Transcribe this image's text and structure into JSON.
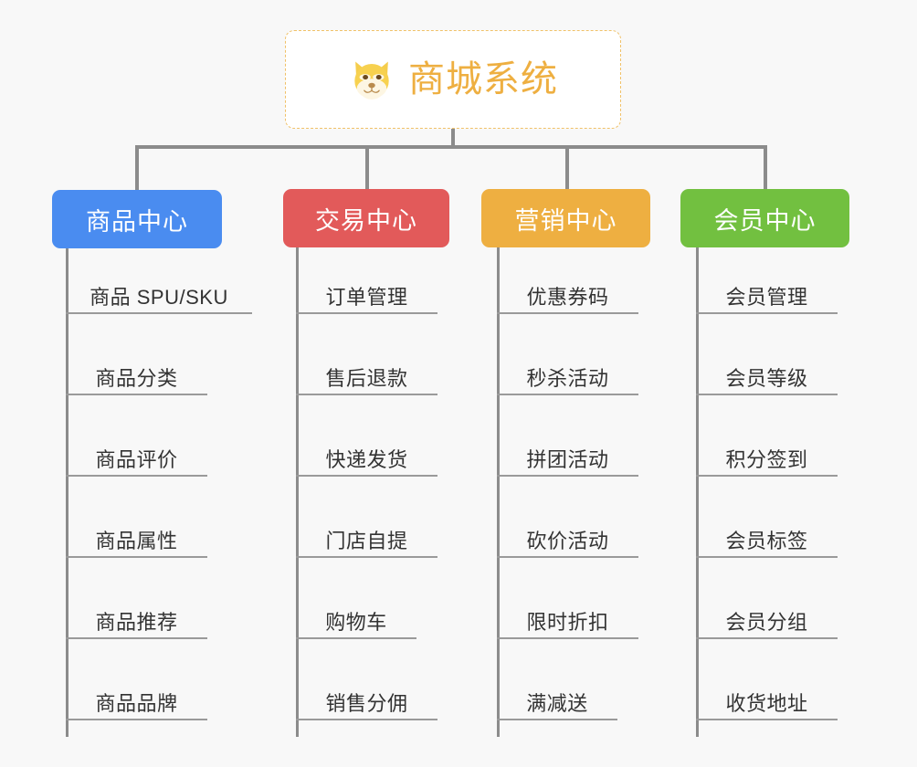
{
  "diagram": {
    "type": "mind-map",
    "background_color": "#f8f8f8",
    "root": {
      "title": "商城系统",
      "icon": "shiba-dog-face-icon",
      "text_color": "#eeaf41",
      "border_color": "#f0c168",
      "background_color": "#ffffff"
    },
    "connector_color": "#8c8c8c",
    "leaf_text_color": "#333333",
    "leaf_line_color": "#9a9a9a",
    "branches": [
      {
        "title": "商品中心",
        "color": "#4a8cf0",
        "items": [
          "商品 SPU/SKU",
          "商品分类",
          "商品评价",
          "商品属性",
          "商品推荐",
          "商品品牌"
        ]
      },
      {
        "title": "交易中心",
        "color": "#e25a5a",
        "items": [
          "订单管理",
          "售后退款",
          "快递发货",
          "门店自提",
          "购物车",
          "销售分佣"
        ]
      },
      {
        "title": "营销中心",
        "color": "#eeaf41",
        "items": [
          "优惠券码",
          "秒杀活动",
          "拼团活动",
          "砍价活动",
          "限时折扣",
          "满减送"
        ]
      },
      {
        "title": "会员中心",
        "color": "#72c040",
        "items": [
          "会员管理",
          "会员等级",
          "积分签到",
          "会员标签",
          "会员分组",
          "收货地址"
        ]
      }
    ]
  }
}
